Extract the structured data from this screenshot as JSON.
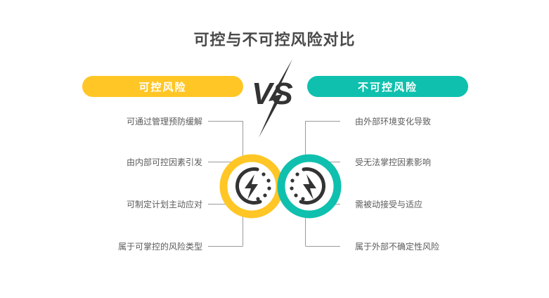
{
  "slide": {
    "title": "可控与不可控风险对比",
    "background_color": "#ffffff"
  },
  "theme": {
    "left_color": "#FFC626",
    "right_color": "#0FC0AE",
    "text_color": "#5b5b5b",
    "title_color": "#4a4a4a",
    "dark_color": "#333333",
    "line_color": "#9a9a9a"
  },
  "vs": {
    "label": "VS"
  },
  "left": {
    "banner_label": "可控风险",
    "icon_name": "lightning-bolt-dashed-circle-icon",
    "items": [
      {
        "label": "可通过管理预防缓解"
      },
      {
        "label": "由内部可控因素引发"
      },
      {
        "label": "可制定计划主动应对"
      },
      {
        "label": "属于可掌控的风险类型"
      }
    ]
  },
  "right": {
    "banner_label": "不可控风险",
    "icon_name": "lightning-bolt-dashed-circle-mirrored-icon",
    "items": [
      {
        "label": "由外部环境变化导致"
      },
      {
        "label": "受无法掌控因素影响"
      },
      {
        "label": "需被动接受与适应"
      },
      {
        "label": "属于外部不确定性风险"
      }
    ]
  }
}
